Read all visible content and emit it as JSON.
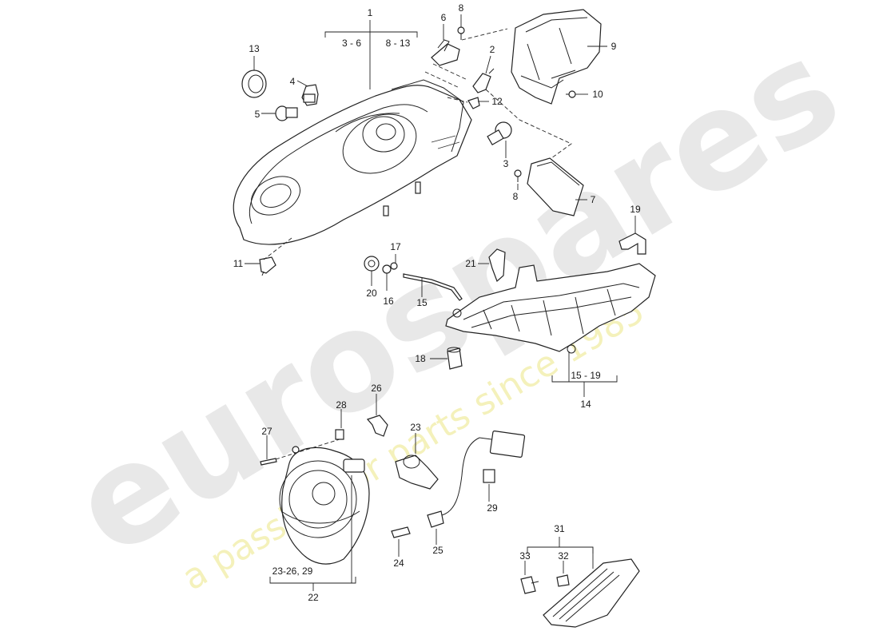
{
  "watermark": {
    "brand": "eurospares",
    "tagline": "a passion for parts since 1985",
    "brand_color": "#e4e4e4",
    "tag_color": "#f3f0b4"
  },
  "callouts": {
    "p1": "1",
    "g_3_6": "3 - 6",
    "g_8_13": "8 - 13",
    "p2": "2",
    "p3": "3",
    "p4": "4",
    "p5": "5",
    "p6": "6",
    "p7": "7",
    "p8a": "8",
    "p8b": "8",
    "p9": "9",
    "p10": "10",
    "p11": "11",
    "p12": "12",
    "p13": "13",
    "p14": "14",
    "g_15_19": "15 - 19",
    "p15": "15",
    "p16": "16",
    "p17": "17",
    "p18": "18",
    "p19": "19",
    "p20": "20",
    "p21": "21",
    "p22": "22",
    "g_23_26_29": "23-26, 29",
    "p23": "23",
    "p24": "24",
    "p25": "25",
    "p26": "26",
    "p27": "27",
    "p28": "28",
    "p29": "29",
    "p31": "31",
    "p32": "32",
    "p33": "33"
  }
}
